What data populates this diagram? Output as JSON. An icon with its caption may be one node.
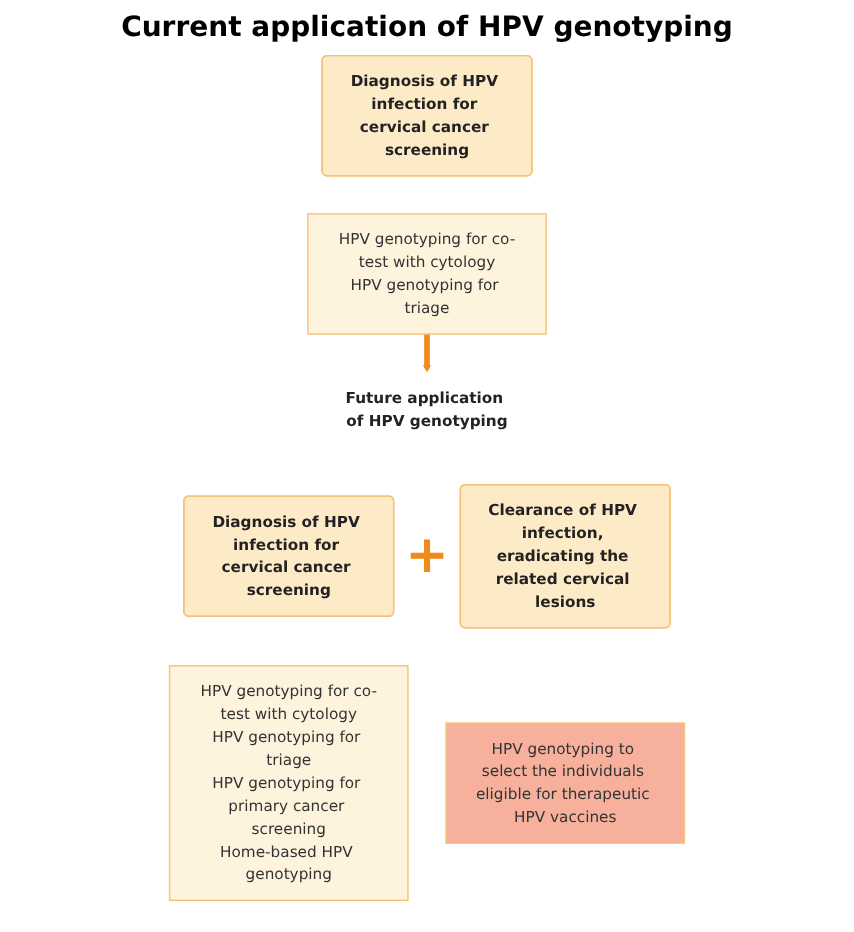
{
  "diagram": {
    "title": "Current application of HPV genotyping",
    "nodes": [
      {
        "text": [
          "Diagnosis of HPV infection for cervical cancer screening"
        ]
      },
      {
        "text": [
          "HPV genotyping for co-test with cytology",
          "HPV genotyping for triage"
        ]
      },
      {
        "text": [
          "Future application of HPV genotyping"
        ]
      },
      {
        "text": [
          "Diagnosis of HPV infection for cervical cancer screening"
        ]
      },
      {
        "text": [
          "HPV genotyping for co-test with cytology",
          "HPV genotyping for triage",
          "HPV genotyping for primary cancer screening",
          "Home-based HPV genotyping"
        ]
      },
      {
        "text": [
          "Clearance of HPV infection, eradicating the related cervical lesions"
        ]
      },
      {
        "text": [
          "HPV genotyping to select the individuals eligible for therapeutic HPV vaccines"
        ]
      }
    ],
    "edges": [
      {
        "from": 1,
        "to": 2,
        "arrow": "to",
        "color": "#f08a1c"
      }
    ],
    "labels": [
      "+"
    ]
  }
}
